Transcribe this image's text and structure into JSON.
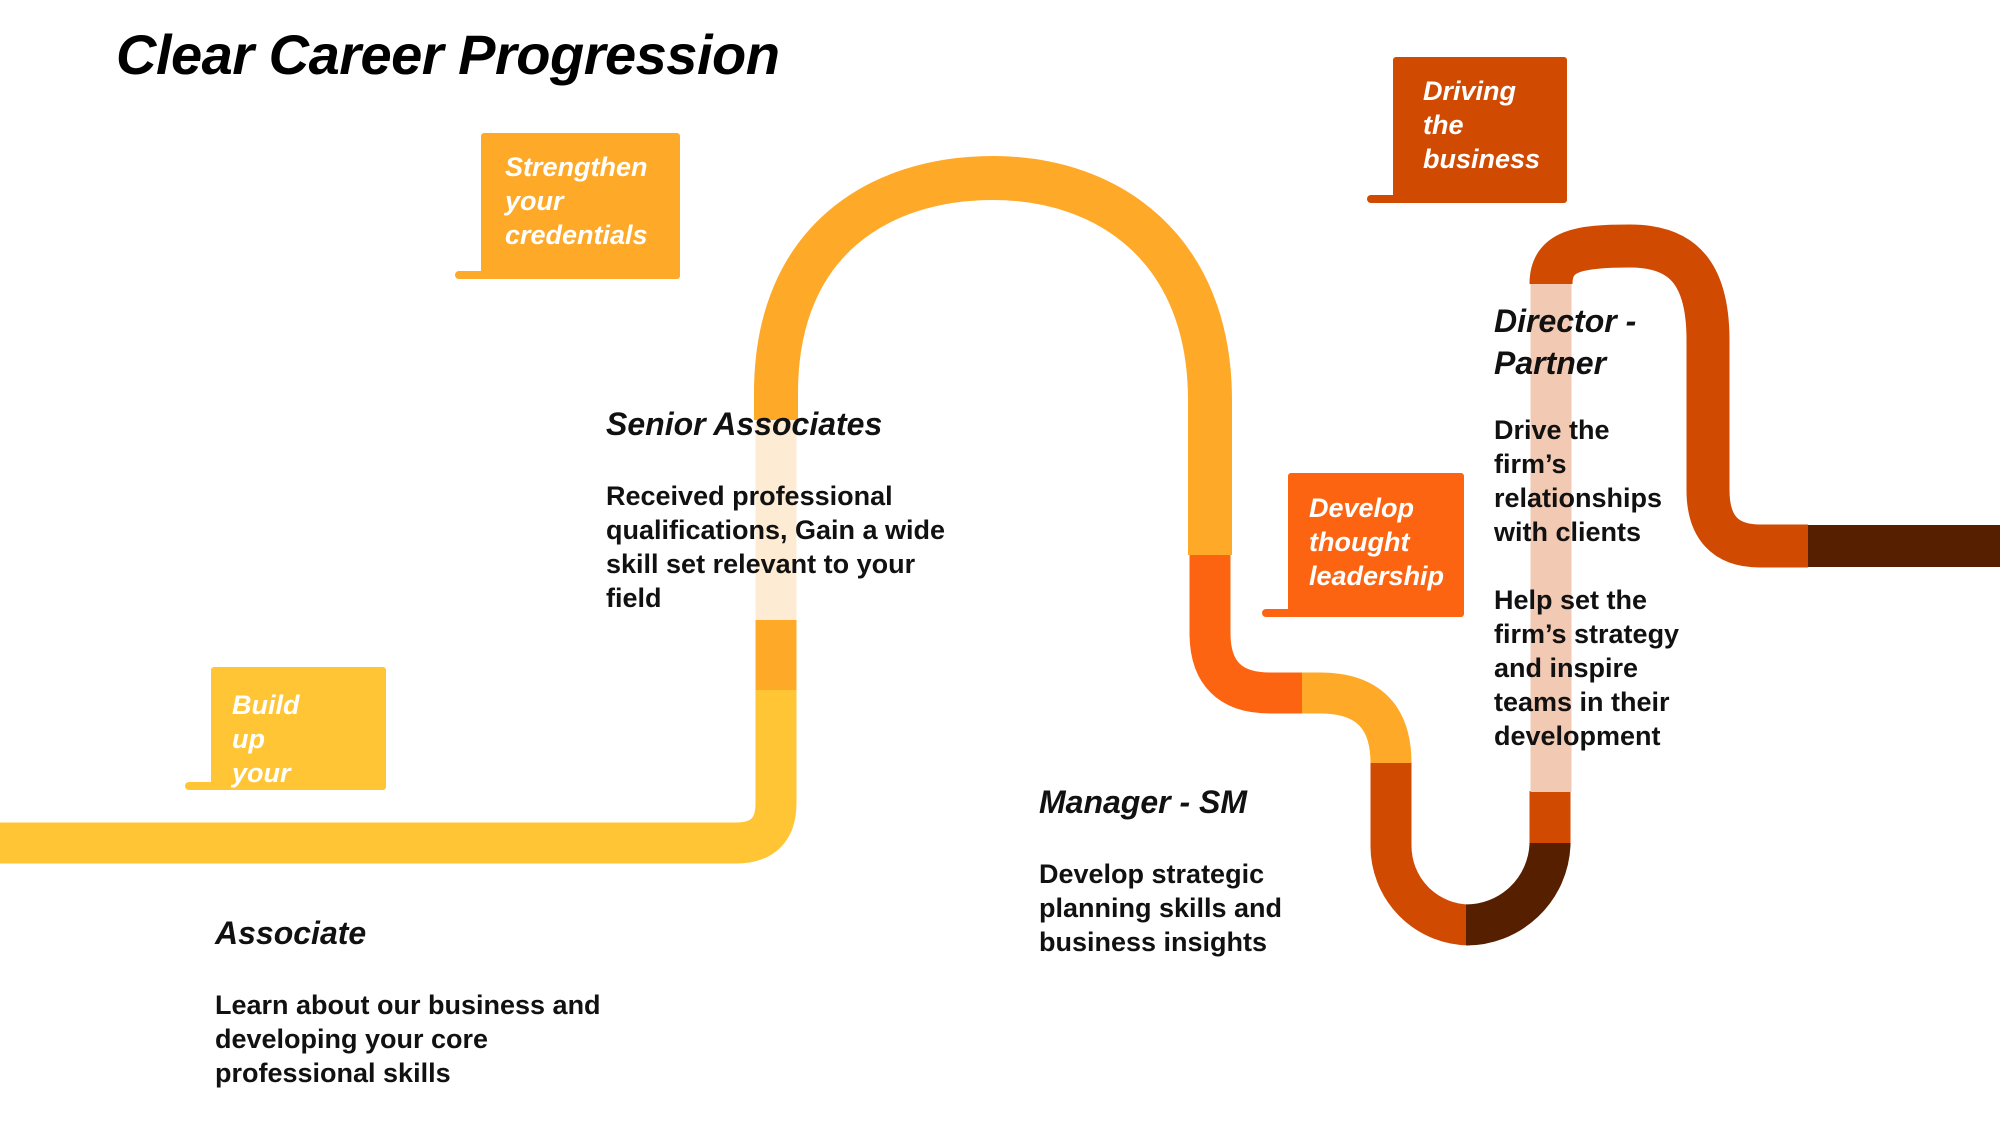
{
  "title": "Clear Career Progression",
  "colors": {
    "yellow": "#FFC535",
    "light_orange": "#FFA929",
    "pale_peach": "#FEEBD4",
    "bright_orange": "#FD6412",
    "rust": "#D04A02",
    "pale_rust": "#F2C9B2",
    "dark_brown": "#561F00"
  },
  "callouts": [
    {
      "id": "build",
      "text": "Build up\nyour skills",
      "color": "#FFC535"
    },
    {
      "id": "strengthen",
      "text": "Strengthen\nyour\ncredentials",
      "color": "#FFA929"
    },
    {
      "id": "develop",
      "text": "Develop\nthought\nleadership",
      "color": "#FD6412"
    },
    {
      "id": "driving",
      "text": "Driving\nthe\nbusiness",
      "color": "#D04A02"
    }
  ],
  "stages": [
    {
      "id": "associate",
      "title": "Associate",
      "body": [
        "Learn about our business and\ndeveloping your core\nprofessional skills"
      ]
    },
    {
      "id": "senior",
      "title": "Senior Associates",
      "body": [
        "Received professional\nqualifications, Gain a wide\nskill set relevant to your\nfield"
      ]
    },
    {
      "id": "manager",
      "title": "Manager - SM",
      "body": [
        "Develop strategic\nplanning skills and\nbusiness insights"
      ]
    },
    {
      "id": "director",
      "title": "Director -\nPartner",
      "body": [
        "Drive the\nfirm’s\nrelationships\nwith clients",
        "Help set the\nfirm’s strategy\nand inspire\nteams in their\ndevelopment"
      ]
    }
  ]
}
